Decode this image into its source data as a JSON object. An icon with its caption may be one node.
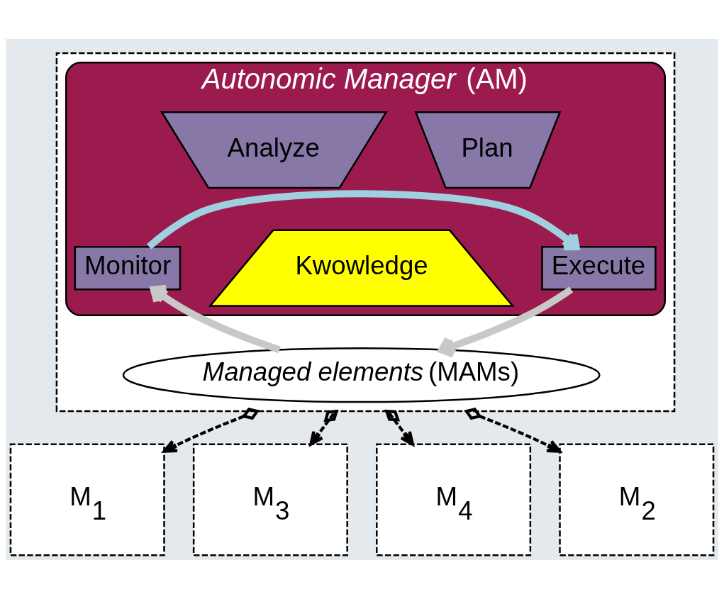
{
  "diagram": {
    "nodes": [
      {
        "text": [],
        "shape": "box"
      },
      {
        "text": [
          "*Autonomic Manager* (AM)"
        ],
        "in": 0
      },
      {
        "text": [
          "Analyze"
        ],
        "in": 1
      },
      {
        "text": [
          "Plan"
        ],
        "in": 1
      },
      {
        "text": [
          "Monitor"
        ],
        "in": 1
      },
      {
        "text": [
          "Kwowledge"
        ],
        "in": 1
      },
      {
        "text": [
          "Execute"
        ],
        "in": 1
      },
      {
        "text": [
          "*Managed elements* (MAMs)"
        ],
        "in": 0
      },
      {
        "text": [
          "M$_{1}$"
        ]
      },
      {
        "text": [
          "M$_{3}$"
        ]
      },
      {
        "text": [
          "M$_{4}$"
        ]
      },
      {
        "text": [
          "M$_{2}$"
        ]
      }
    ],
    "edges": [
      {
        "from": 4,
        "to": 6,
        "arrow": "to",
        "style": "thick",
        "color": "#9fd0e0"
      },
      {
        "from": 7,
        "to": 4,
        "arrow": "to",
        "style": "thick",
        "color": "#c8c8c8"
      },
      {
        "from": 6,
        "to": 7,
        "arrow": "to",
        "style": "thick",
        "color": "#c8c8c8"
      },
      {
        "from": 0,
        "to": 8,
        "arrow": "to",
        "style": "dashed"
      },
      {
        "from": 0,
        "to": 9,
        "arrow": "to",
        "style": "dashed"
      },
      {
        "from": 0,
        "to": 10,
        "arrow": "to",
        "style": "dashed"
      },
      {
        "from": 0,
        "to": 11,
        "arrow": "to",
        "style": "dashed"
      }
    ]
  }
}
